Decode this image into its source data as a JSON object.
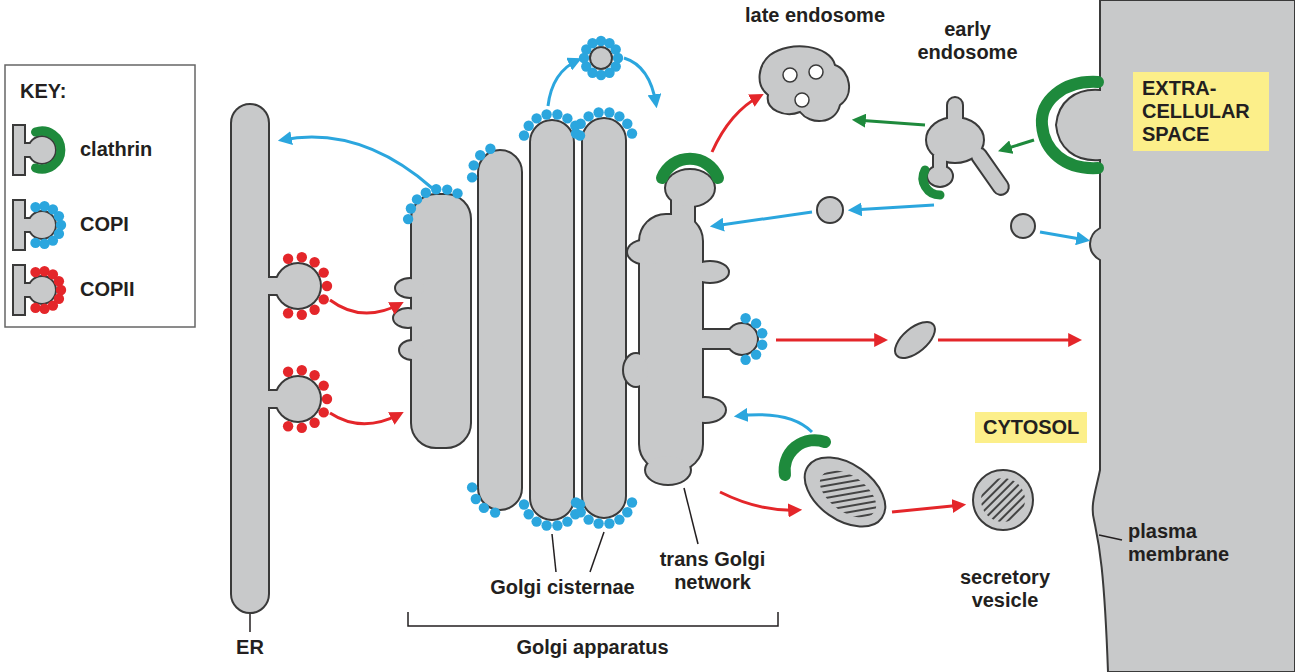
{
  "diagram": {
    "nodes": [
      {
        "text": [
          "EXTRA-CELLULAR SPACE"
        ]
      },
      {
        "text": [
          "CYTOSOL"
        ]
      }
    ],
    "labels": [
      "KEY:",
      "late endosome",
      "early endosome",
      "ER",
      "Golgi cisternae",
      "trans Golgi network",
      "Golgi apparatus",
      "secretory vesicle",
      "plasma membrane"
    ],
    "legend": [
      {
        "text": "clathrin"
      },
      {
        "text": "COPI"
      },
      {
        "text": "COPII"
      }
    ]
  }
}
